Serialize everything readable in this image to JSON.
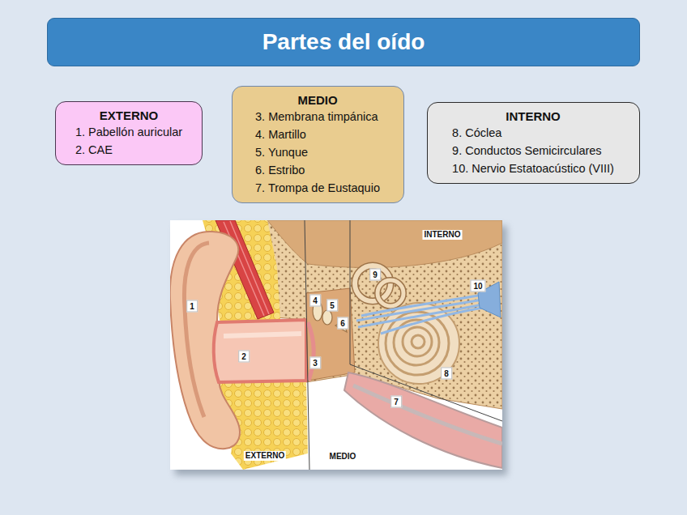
{
  "diagram": {
    "title": "Partes del oído",
    "nodes": [
      {
        "text": [
          "EXTERNO",
          "1. Pabellón auricular",
          "2. CAE"
        ]
      },
      {
        "text": [
          "MEDIO",
          "3. Membrana timpánica",
          "4. Martillo",
          "5. Yunque",
          "6. Estribo",
          "7. Trompa de Eustaquio"
        ]
      },
      {
        "text": [
          "INTERNO",
          "8. Cóclea",
          "9. Conductos Semicirculares",
          "10. Nervio Estatoacústico (VIII)"
        ]
      }
    ],
    "labels": [
      "INTERNO",
      "9",
      "10",
      "1",
      "4",
      "5",
      "6",
      "2",
      "3",
      "8",
      "7",
      "EXTERNO",
      "MEDIO"
    ]
  }
}
